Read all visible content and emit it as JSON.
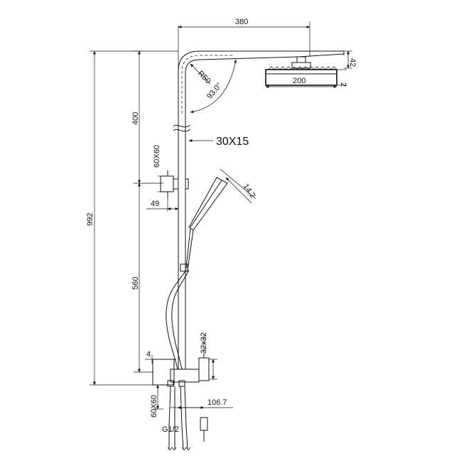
{
  "dimensions": {
    "top_width": "380",
    "radius": "R50",
    "angle": "93.0°",
    "head_height": "42",
    "head_width": "200",
    "head_thickness": "2",
    "upper_height": "400",
    "total_height": "992",
    "lower_height": "560",
    "pipe_section": "30X15",
    "bracket_size": "60X60",
    "bracket_offset": "49",
    "handshower_angle": "14.2",
    "mixer_offset_small": "4",
    "mixer_size_top": "32x32",
    "mixer_size_bottom": "60X60",
    "mixer_depth": "106.7",
    "inlet_thread": "G1/2"
  }
}
